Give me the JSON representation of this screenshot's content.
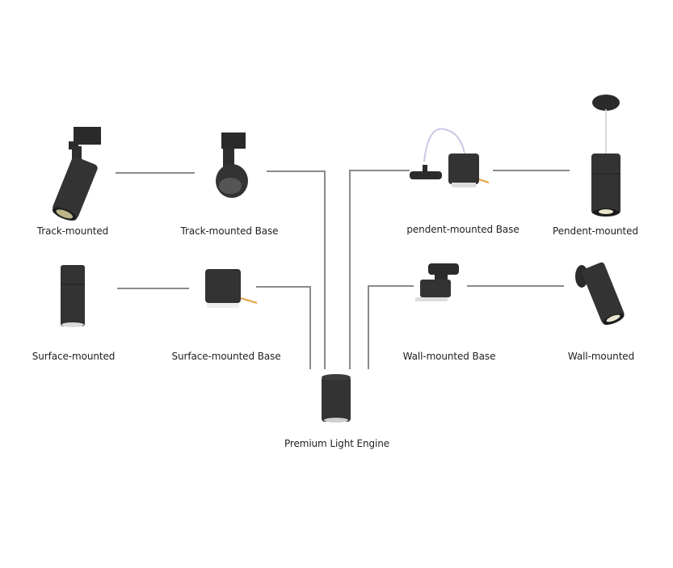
{
  "diagram": {
    "center": {
      "label": "Premium Light Engine",
      "icon": "light-engine-cylinder-icon"
    },
    "nodes": [
      {
        "id": "track-mounted",
        "label": "Track-mounted",
        "icon": "track-spotlight-icon"
      },
      {
        "id": "track-mounted-base",
        "label": "Track-mounted Base",
        "icon": "track-base-icon"
      },
      {
        "id": "pendent-mounted-base",
        "label": "pendent-mounted Base",
        "icon": "pendent-base-icon"
      },
      {
        "id": "pendent-mounted",
        "label": "Pendent-mounted",
        "icon": "pendant-light-icon"
      },
      {
        "id": "surface-mounted",
        "label": "Surface-mounted",
        "icon": "surface-downlight-icon"
      },
      {
        "id": "surface-mounted-base",
        "label": "Surface-mounted Base",
        "icon": "surface-base-icon"
      },
      {
        "id": "wall-mounted-base",
        "label": "Wall-mounted Base",
        "icon": "wall-base-icon"
      },
      {
        "id": "wall-mounted",
        "label": "Wall-mounted",
        "icon": "wall-spotlight-icon"
      }
    ],
    "edges": [
      [
        "track-mounted",
        "track-mounted-base"
      ],
      [
        "track-mounted-base",
        "premium-light-engine"
      ],
      [
        "pendent-mounted-base",
        "premium-light-engine"
      ],
      [
        "pendent-mounted",
        "pendent-mounted-base"
      ],
      [
        "surface-mounted",
        "surface-mounted-base"
      ],
      [
        "surface-mounted-base",
        "premium-light-engine"
      ],
      [
        "wall-mounted-base",
        "premium-light-engine"
      ],
      [
        "wall-mounted",
        "wall-mounted-base"
      ]
    ],
    "colors": {
      "line": "#8a8a8a",
      "body": "#2e2e2e",
      "text": "#222222"
    }
  }
}
